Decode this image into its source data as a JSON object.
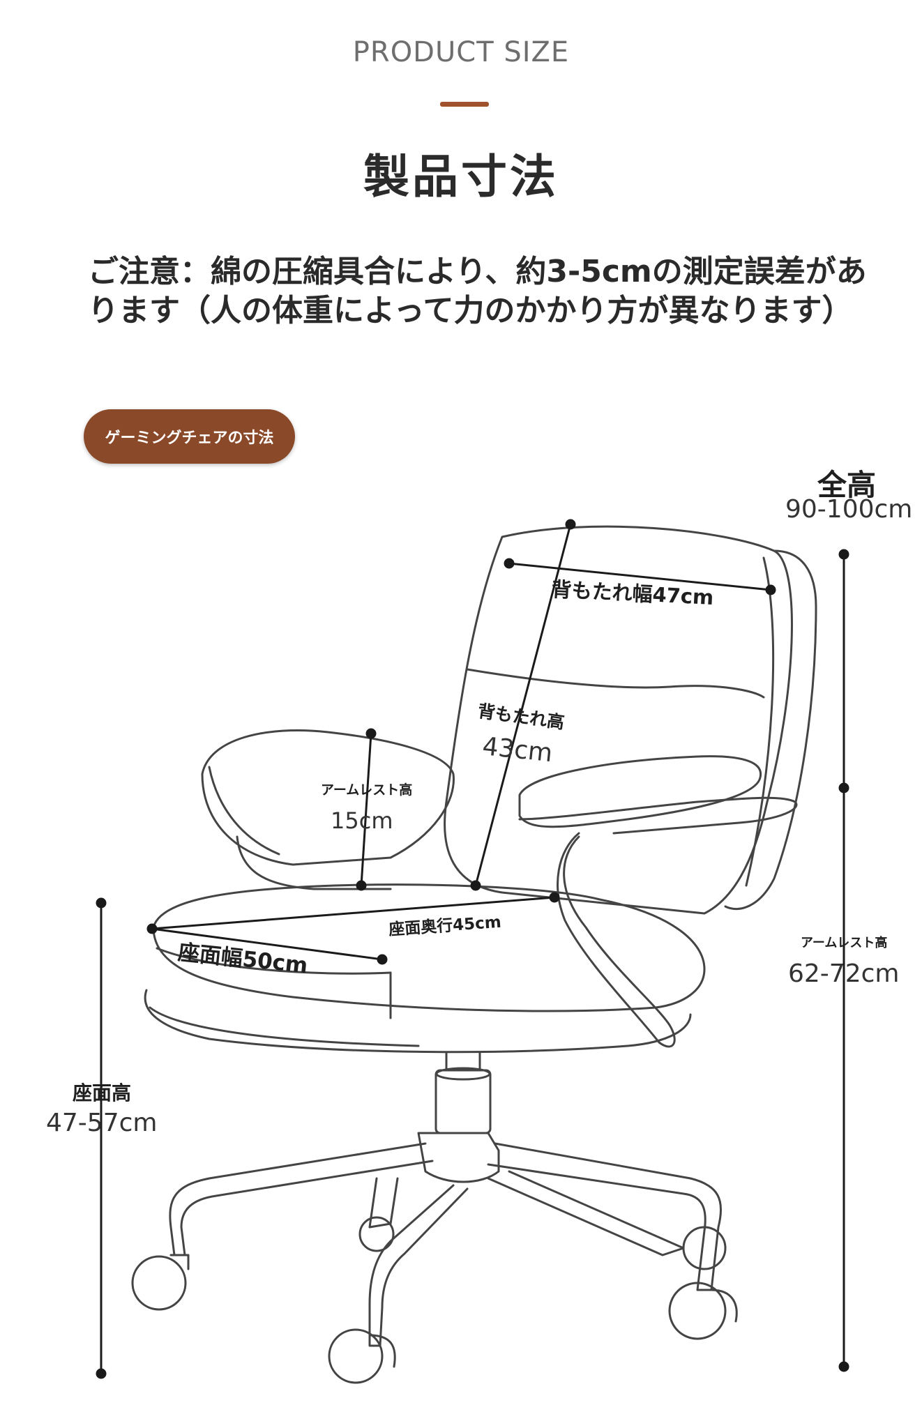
{
  "header": {
    "subtitle": "PRODUCT SIZE",
    "title": "製品寸法",
    "accent_color": "#a0522d"
  },
  "notice": {
    "text": "ご注意：綿の圧縮具合により、約3-5cmの測定誤差があります（人の体重によって力のかかり方が異なります）"
  },
  "section_badge": {
    "label": "ゲーミングチェアの寸法",
    "color": "#8a4a2a"
  },
  "dimensions": {
    "total_height": {
      "label": "全高",
      "value": "90-100cm"
    },
    "backrest_width": {
      "label": "背もたれ幅47cm"
    },
    "backrest_height": {
      "label": "背もたれ高",
      "value": "43cm"
    },
    "armrest_height_left": {
      "label": "アームレスト高",
      "value": "15cm"
    },
    "seat_depth": {
      "label": "座面奥行45cm"
    },
    "seat_width": {
      "label": "座面幅50cm"
    },
    "armrest_height_right": {
      "label": "アームレスト高",
      "value": "62-72cm"
    },
    "seat_height": {
      "label": "座面高",
      "value": "47-57cm"
    }
  }
}
